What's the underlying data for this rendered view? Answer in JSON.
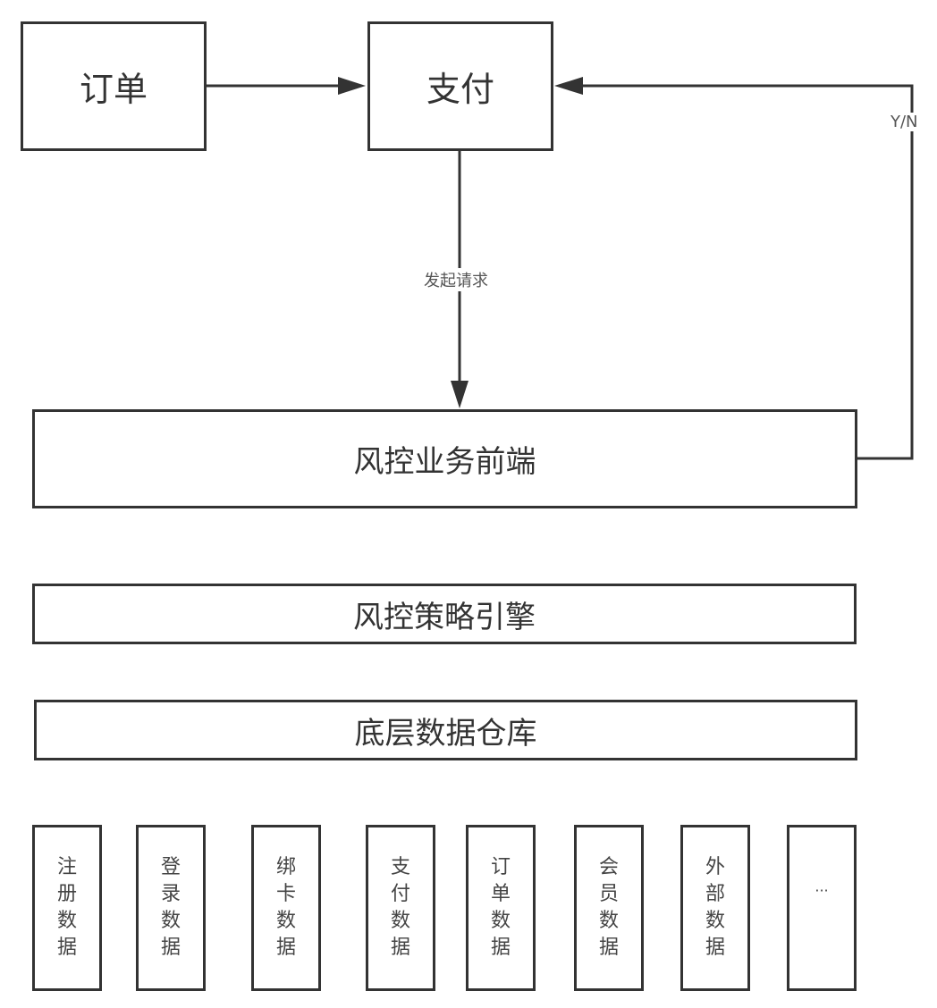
{
  "diagram": {
    "nodes": {
      "order": "订单",
      "payment": "支付",
      "risk_frontend": "风控业务前端",
      "risk_engine": "风控策略引擎",
      "data_warehouse": "底层数据仓库"
    },
    "edges": {
      "order_to_payment": "",
      "payment_to_frontend": "发起请求",
      "frontend_to_payment": "Y/N"
    },
    "data_sources": [
      "注册数据",
      "登录数据",
      "绑卡数据",
      "支付数据",
      "订单数据",
      "会员数据",
      "外部数据",
      "..."
    ],
    "colors": {
      "stroke": "#333333",
      "text": "#333333",
      "background": "#ffffff"
    }
  }
}
